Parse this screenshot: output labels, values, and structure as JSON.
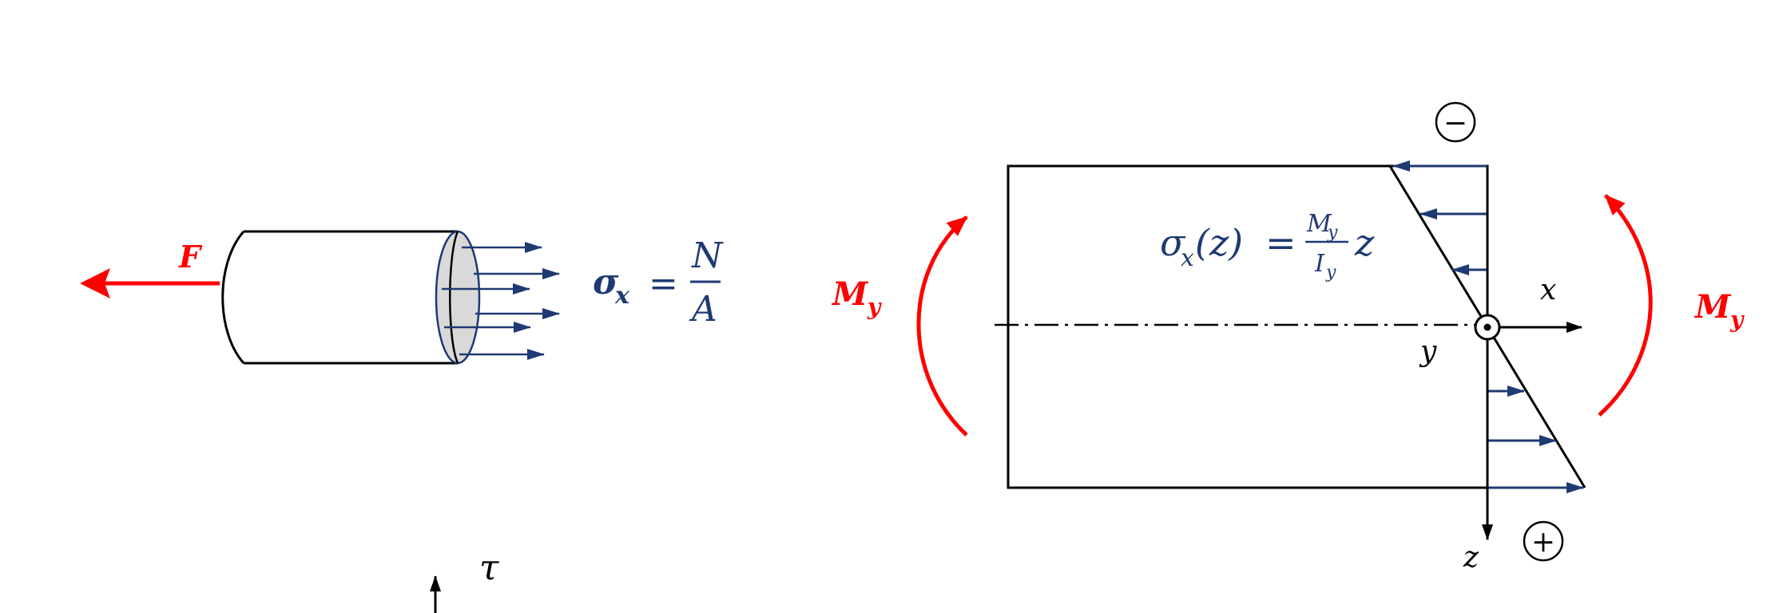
{
  "axial": {
    "force_label": "F",
    "formula": {
      "lhs_symbol": "σ",
      "lhs_subscript": "x",
      "equals": "=",
      "numerator": "N",
      "denominator": "A"
    }
  },
  "bending": {
    "formula": {
      "lhs": "σ",
      "lhs_subscript": "x",
      "lhs_arg": "(z)",
      "equals": "=",
      "num": "M",
      "num_sub": "y",
      "den": "I",
      "den_sub": "y",
      "factor": "z"
    },
    "moment_left": {
      "symbol": "M",
      "subscript": "y"
    },
    "moment_right": {
      "symbol": "M",
      "subscript": "y"
    },
    "axis_x": "x",
    "axis_y": "y",
    "axis_z": "z",
    "sign_top": "−",
    "sign_bottom": "+"
  },
  "shear": {
    "axis_tau": "τ"
  },
  "colors": {
    "force": "#ff0000",
    "stress": "#1f3a73",
    "outline": "#000000",
    "cross_section_fill": "#d9d9d9"
  }
}
